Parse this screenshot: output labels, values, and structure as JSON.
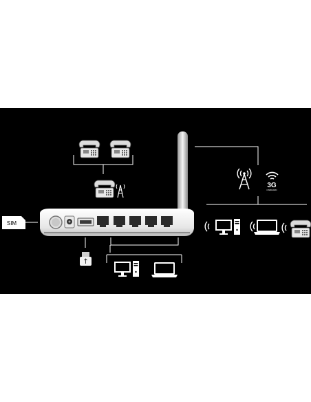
{
  "diagram": {
    "sim_label": "SIM",
    "badge_3g": "3G",
    "badge_3g_sub": "ONBOARD",
    "colors": {
      "background": "#000000",
      "line": "#ffffff",
      "router_body": "#f2f2f2",
      "port": "#2b2b2b"
    },
    "icons": [
      "desk-phone-icon",
      "desk-phone-icon",
      "desk-phone-icon",
      "wireless-tower-icon",
      "sim-card-icon",
      "usb-drive-icon",
      "desktop-computer-icon",
      "laptop-icon",
      "cell-tower-icon",
      "wifi-signal-icon",
      "router-antenna"
    ]
  }
}
